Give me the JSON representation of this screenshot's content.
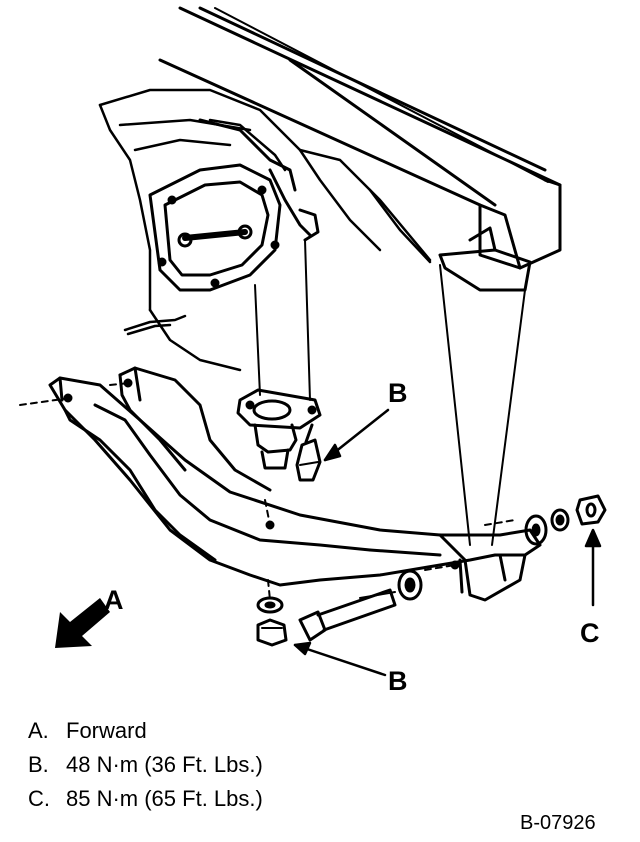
{
  "callouts": {
    "a": "A",
    "b_upper": "B",
    "b_lower": "B",
    "c": "C"
  },
  "legend": [
    {
      "key": "A.",
      "text": "Forward"
    },
    {
      "key": "B.",
      "text": "48 N·m (36 Ft. Lbs.)"
    },
    {
      "key": "C.",
      "text": "85 N·m (65 Ft. Lbs.)"
    }
  ],
  "figure_id": "B-07926",
  "colors": {
    "ink": "#000000",
    "paper": "#ffffff"
  }
}
